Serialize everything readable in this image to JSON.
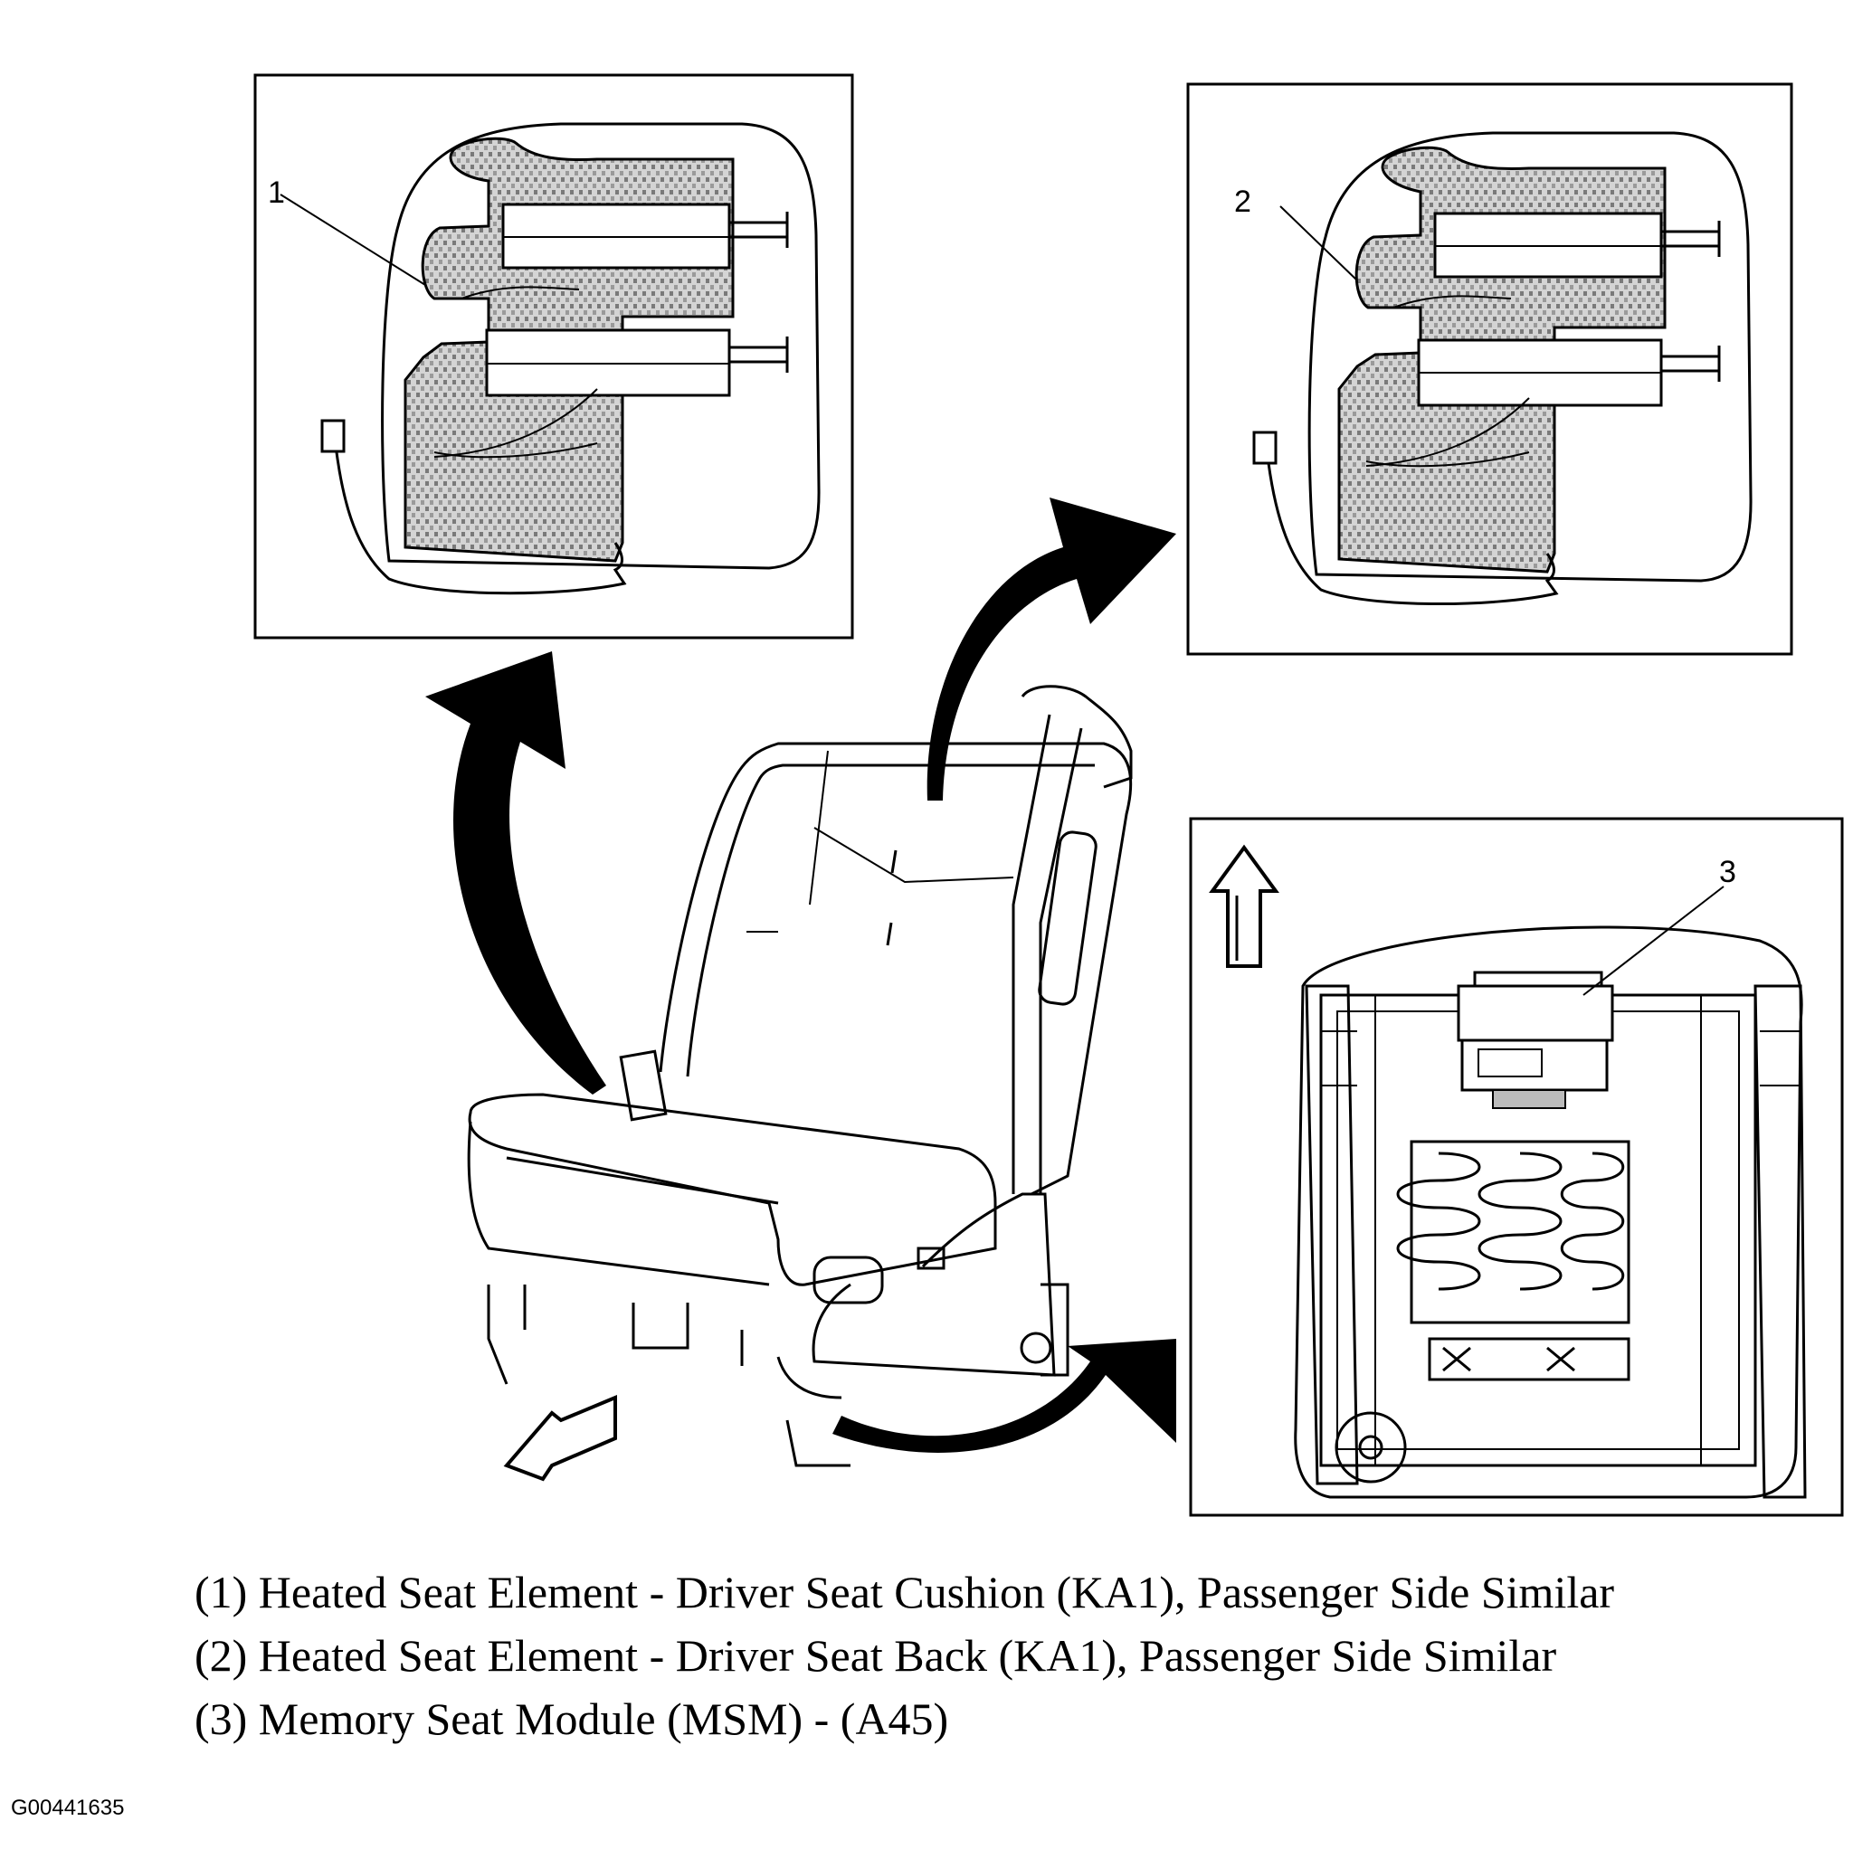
{
  "callouts": {
    "c1": "1",
    "c2": "2",
    "c3": "3"
  },
  "legend": [
    "(1) Heated Seat Element - Driver Seat Cushion (KA1), Passenger Side Similar",
    "(2) Heated Seat Element - Driver Seat Back (KA1), Passenger Side Similar",
    "(3) Memory Seat Module (MSM) - (A45)"
  ],
  "figure_id": "G00441635",
  "colors": {
    "line": "#000000",
    "background": "#ffffff",
    "mesh": "#8a8a8a"
  },
  "icons": [
    "forward-direction-arrow-icon",
    "view-direction-arrow-icon",
    "transition-arrow-icon"
  ]
}
